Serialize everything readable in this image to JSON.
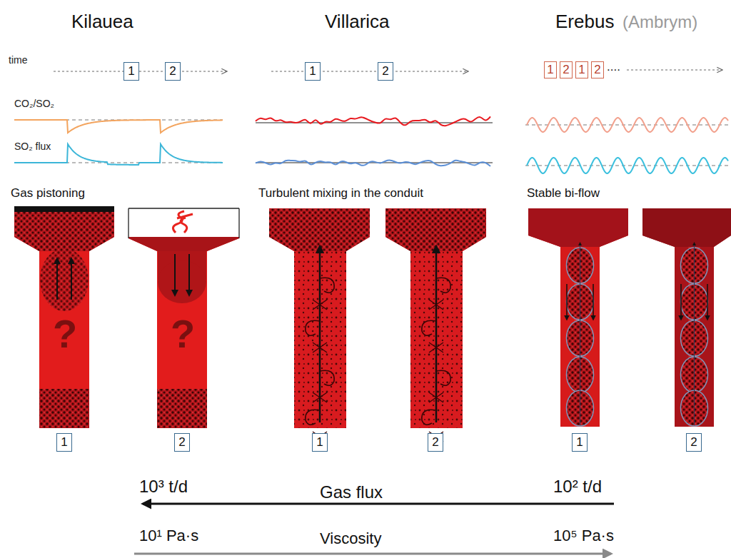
{
  "diagram": {
    "nodes": [
      {
        "text": [
          "1"
        ]
      },
      {
        "text": [
          "2"
        ]
      },
      {
        "text": [
          "1"
        ]
      },
      {
        "text": [
          "2"
        ]
      },
      {
        "text": [
          "1"
        ]
      },
      {
        "text": [
          "2"
        ]
      },
      {
        "text": [
          "1"
        ]
      },
      {
        "text": [
          "2"
        ]
      },
      {
        "text": [
          "1"
        ]
      },
      {
        "text": [
          "2"
        ]
      },
      {
        "text": [
          "1"
        ]
      },
      {
        "text": [
          "2"
        ]
      },
      {
        "text": [
          "1"
        ]
      },
      {
        "text": [
          "2"
        ]
      }
    ],
    "labels": [
      "Kilauea",
      "Villarica",
      "Erebus",
      "(Ambrym)",
      "time",
      "....",
      "CO₂/SO₂",
      "SO₂ flux",
      "Gas pistoning",
      "Turbulent mixing in the conduit",
      "Stable bi-flow",
      "?",
      "?",
      "10³ t/d",
      "Gas flux",
      "10² t/d",
      "10¹ Pa·s",
      "Viscosity",
      "10⁵ Pa·s"
    ]
  }
}
